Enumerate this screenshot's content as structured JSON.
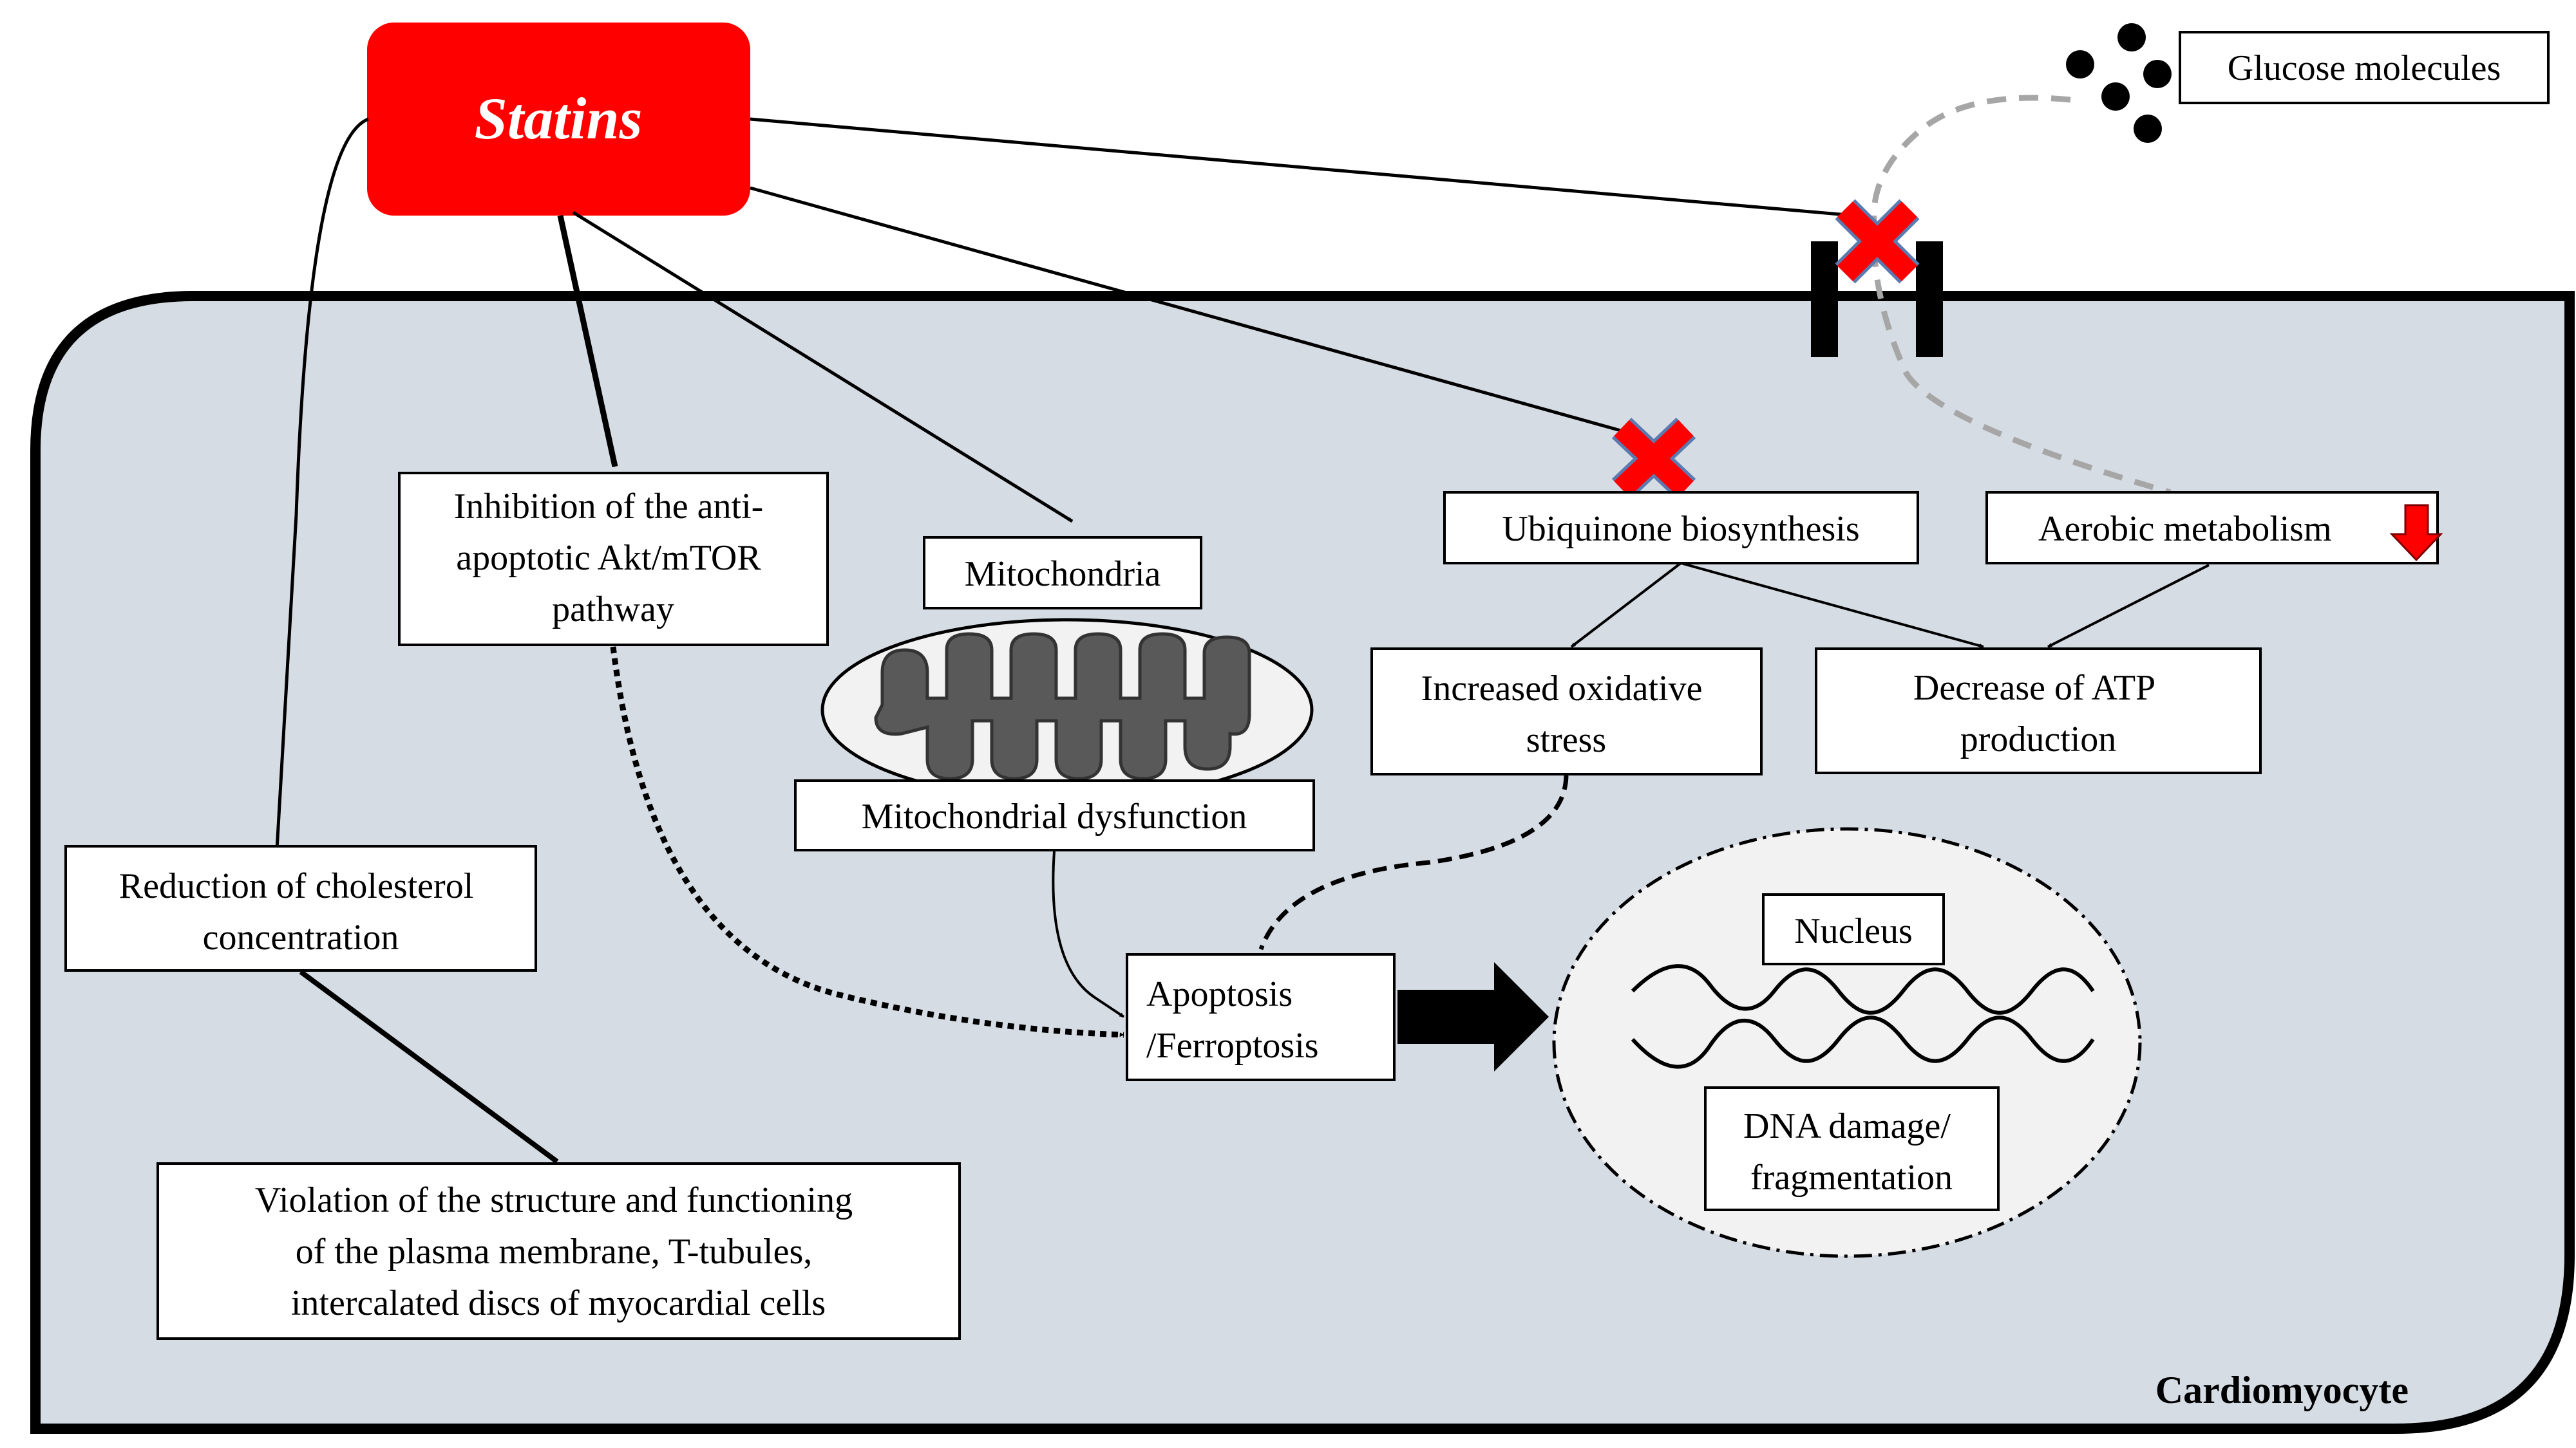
{
  "drug": {
    "label": "Statins",
    "color": "#ff0000"
  },
  "cell": {
    "label": "Cardiomyocyte",
    "fill": "#d6dce4"
  },
  "glucose": {
    "label": "Glucose molecules"
  },
  "boxes": {
    "akt": [
      "Inhibition of the anti-",
      "apoptotic Akt/mTOR",
      "pathway"
    ],
    "mito_label": "Mitochondria",
    "mito_dysfunction": "Mitochondrial dysfunction",
    "ubiquinone": "Ubiquinone biosynthesis",
    "aerobic": "Aerobic metabolism",
    "oxidative": [
      "Increased oxidative",
      "stress"
    ],
    "atp": [
      "Decrease of ATP",
      "production"
    ],
    "cholesterol": [
      "Reduction of cholesterol",
      "concentration"
    ],
    "apoptosis": [
      "Apoptosis",
      "/Ferroptosis"
    ],
    "membrane": [
      "Violation of the structure and functioning",
      "of the plasma membrane, T-tubules,",
      "intercalated discs of myocardial cells"
    ],
    "nucleus": "Nucleus",
    "dna": [
      "DNA damage/",
      "fragmentation"
    ]
  },
  "icons": {
    "block": "red-x-icon",
    "decrease": "red-down-arrow-icon",
    "channel": "glucose-transporter-icon"
  }
}
